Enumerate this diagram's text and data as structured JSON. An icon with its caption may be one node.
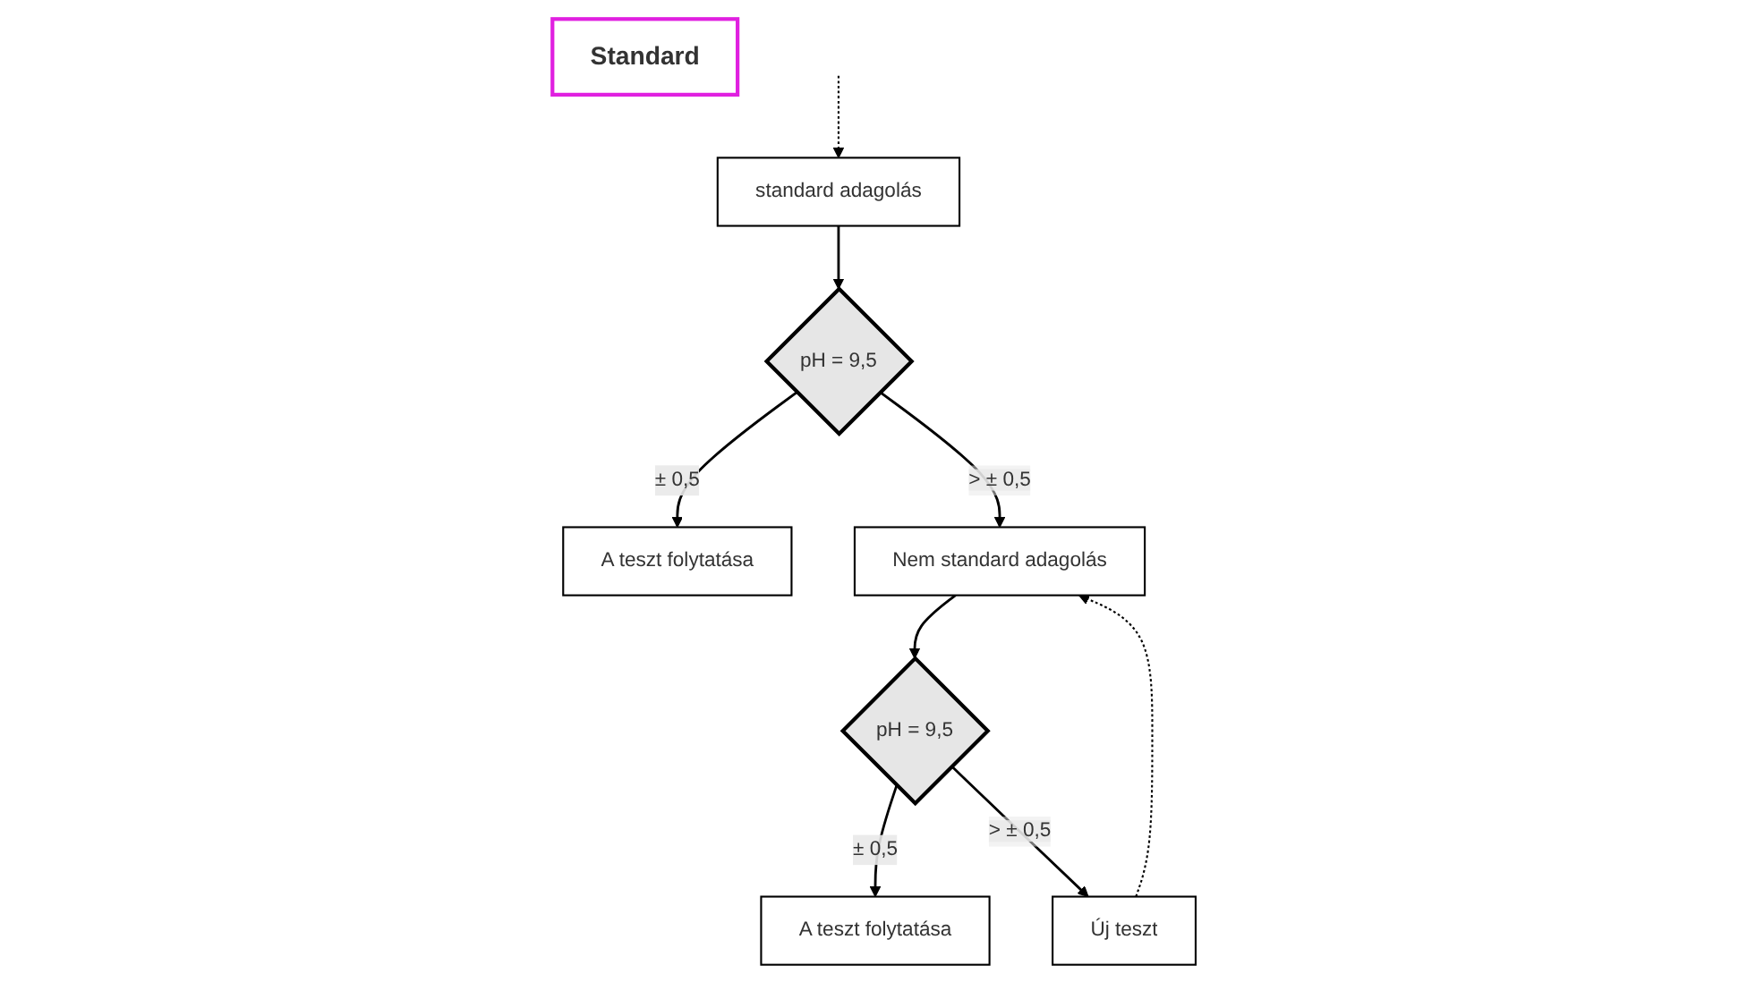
{
  "diagram": {
    "nodes": [
      {
        "text": [
          "Standard"
        ]
      },
      {
        "text": [
          "standard adagolás"
        ]
      },
      {
        "text": [
          "pH = 9,5"
        ]
      },
      {
        "text": [
          "A teszt folytatása"
        ]
      },
      {
        "text": [
          "Nem standard adagolás"
        ]
      },
      {
        "text": [
          "pH = 9,5"
        ]
      },
      {
        "text": [
          "A teszt folytatása"
        ]
      },
      {
        "text": [
          "Új teszt"
        ]
      }
    ],
    "edges": [
      {
        "from": null,
        "to": 1,
        "arrow": "to",
        "style": "dashed"
      },
      {
        "from": 1,
        "to": 2,
        "arrow": "to"
      },
      {
        "from": 2,
        "to": 3,
        "arrow": "to",
        "label": "± 0,5"
      },
      {
        "from": 2,
        "to": 4,
        "arrow": "to",
        "label": "> ± 0,5"
      },
      {
        "from": 4,
        "to": 5,
        "arrow": "to"
      },
      {
        "from": 5,
        "to": 6,
        "arrow": "to",
        "label": "± 0,5"
      },
      {
        "from": 5,
        "to": 7,
        "arrow": "to",
        "label": "> ± 0,5"
      },
      {
        "from": 7,
        "to": 4,
        "arrow": "to",
        "style": "dashed"
      }
    ]
  }
}
